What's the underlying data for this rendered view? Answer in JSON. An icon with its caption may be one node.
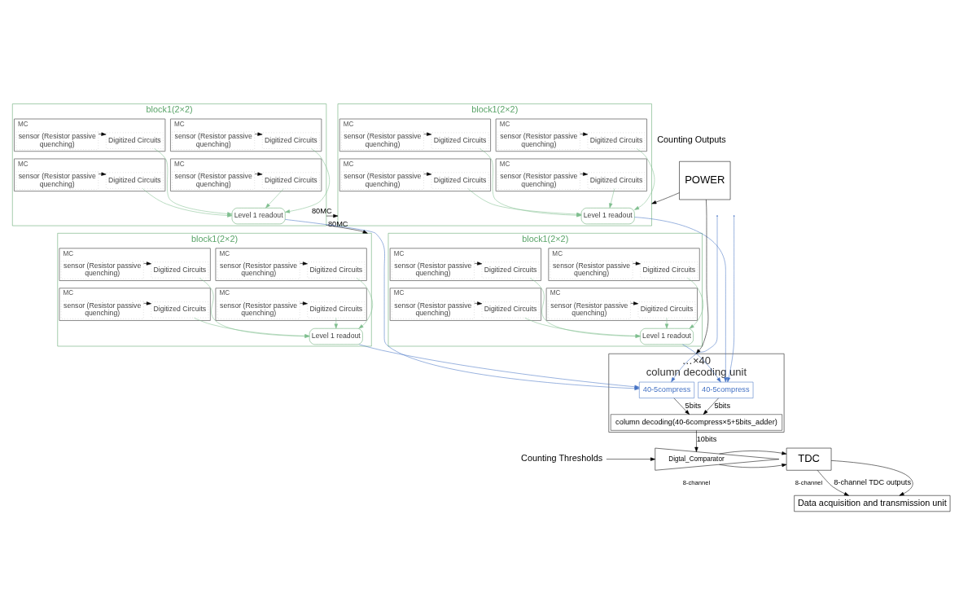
{
  "diagram": {
    "nodes": [
      {
        "text": [
          "block1(2×2)"
        ]
      },
      {
        "text": [
          "MC"
        ],
        "in": 0
      },
      {
        "text": [
          "sensor (Resistor passive quenching)"
        ],
        "in": 1
      },
      {
        "text": [
          "Digitized Circuits"
        ],
        "in": 1
      },
      {
        "text": [
          "MC"
        ],
        "in": 0
      },
      {
        "text": [
          "sensor (Resistor passive quenching)"
        ],
        "in": 4
      },
      {
        "text": [
          "Digitized Circuits"
        ],
        "in": 4
      },
      {
        "text": [
          "MC"
        ],
        "in": 0
      },
      {
        "text": [
          "sensor (Resistor passive quenching)"
        ],
        "in": 7
      },
      {
        "text": [
          "Digitized Circuits"
        ],
        "in": 7
      },
      {
        "text": [
          "MC"
        ],
        "in": 0
      },
      {
        "text": [
          "sensor (Resistor passive quenching)"
        ],
        "in": 10
      },
      {
        "text": [
          "Digitized Circuits"
        ],
        "in": 10
      },
      {
        "text": [
          "Level 1 readout"
        ],
        "in": 0
      },
      {
        "text": [
          "block1(2×2)"
        ]
      },
      {
        "text": [
          "MC"
        ],
        "in": 14
      },
      {
        "text": [
          "sensor (Resistor passive quenching)"
        ],
        "in": 15
      },
      {
        "text": [
          "Digitized Circuits"
        ],
        "in": 15
      },
      {
        "text": [
          "MC"
        ],
        "in": 14
      },
      {
        "text": [
          "sensor (Resistor passive quenching)"
        ],
        "in": 18
      },
      {
        "text": [
          "Digitized Circuits"
        ],
        "in": 18
      },
      {
        "text": [
          "MC"
        ],
        "in": 14
      },
      {
        "text": [
          "sensor (Resistor passive quenching)"
        ],
        "in": 21
      },
      {
        "text": [
          "Digitized Circuits"
        ],
        "in": 21
      },
      {
        "text": [
          "MC"
        ],
        "in": 14
      },
      {
        "text": [
          "sensor (Resistor passive quenching)"
        ],
        "in": 24
      },
      {
        "text": [
          "Digitized Circuits"
        ],
        "in": 24
      },
      {
        "text": [
          "Level 1 readout"
        ],
        "in": 14
      },
      {
        "text": [
          "block1(2×2)"
        ]
      },
      {
        "text": [
          "MC"
        ],
        "in": 28
      },
      {
        "text": [
          "sensor (Resistor passive quenching)"
        ],
        "in": 29
      },
      {
        "text": [
          "Digitized Circuits"
        ],
        "in": 29
      },
      {
        "text": [
          "MC"
        ],
        "in": 28
      },
      {
        "text": [
          "sensor (Resistor passive quenching)"
        ],
        "in": 32
      },
      {
        "text": [
          "Digitized Circuits"
        ],
        "in": 32
      },
      {
        "text": [
          "MC"
        ],
        "in": 28
      },
      {
        "text": [
          "sensor (Resistor passive quenching)"
        ],
        "in": 35
      },
      {
        "text": [
          "Digitized Circuits"
        ],
        "in": 35
      },
      {
        "text": [
          "MC"
        ],
        "in": 28
      },
      {
        "text": [
          "sensor (Resistor passive quenching)"
        ],
        "in": 38
      },
      {
        "text": [
          "Digitized Circuits"
        ],
        "in": 38
      },
      {
        "text": [
          "Level 1 readout"
        ],
        "in": 28
      },
      {
        "text": [
          "block1(2×2)"
        ]
      },
      {
        "text": [
          "MC"
        ],
        "in": 42
      },
      {
        "text": [
          "sensor (Resistor passive quenching)"
        ],
        "in": 43
      },
      {
        "text": [
          "Digitized Circuits"
        ],
        "in": 43
      },
      {
        "text": [
          "MC"
        ],
        "in": 42
      },
      {
        "text": [
          "sensor (Resistor passive quenching)"
        ],
        "in": 46
      },
      {
        "text": [
          "Digitized Circuits"
        ],
        "in": 46
      },
      {
        "text": [
          "MC"
        ],
        "in": 42
      },
      {
        "text": [
          "sensor (Resistor passive quenching)"
        ],
        "in": 49
      },
      {
        "text": [
          "Digitized Circuits"
        ],
        "in": 49
      },
      {
        "text": [
          "MC"
        ],
        "in": 42
      },
      {
        "text": [
          "sensor (Resistor passive quenching)"
        ],
        "in": 52
      },
      {
        "text": [
          "Digitized Circuits"
        ],
        "in": 52
      },
      {
        "text": [
          "Level 1 readout"
        ],
        "in": 42
      },
      {
        "text": [
          "…×40",
          "column decoding unit"
        ]
      },
      {
        "text": [
          "40-5compress"
        ],
        "in": 56
      },
      {
        "text": [
          "40-5compress"
        ],
        "in": 56
      },
      {
        "text": [
          "column decoding(40-6compress×5+5bits_adder)"
        ],
        "in": 56
      },
      {
        "text": [
          "POWER"
        ]
      },
      {
        "text": [
          "Data acquisition and transmission unit"
        ]
      },
      {
        "text": [
          "Digtal_Comparator"
        ],
        "beside": [
          "8-channel"
        ]
      },
      {
        "text": [
          "TDC"
        ],
        "beside": [
          "8-channel"
        ]
      },
      {
        "text": [
          "Counting Thresholds"
        ]
      }
    ],
    "edges": [
      {
        "from": 2,
        "to": 3,
        "arrow": "to"
      },
      {
        "from": 3,
        "to": 13,
        "arrow": "to",
        "color": "#7fbf8f"
      },
      {
        "from": 5,
        "to": 6,
        "arrow": "to"
      },
      {
        "from": 6,
        "to": 13,
        "arrow": "to",
        "color": "#7fbf8f"
      },
      {
        "from": 8,
        "to": 9,
        "arrow": "to"
      },
      {
        "from": 9,
        "to": 13,
        "arrow": "to",
        "color": "#7fbf8f"
      },
      {
        "from": 11,
        "to": 12,
        "arrow": "to"
      },
      {
        "from": 12,
        "to": 13,
        "arrow": "to",
        "color": "#7fbf8f"
      },
      {
        "from": 16,
        "to": 17,
        "arrow": "to"
      },
      {
        "from": 17,
        "to": 27,
        "arrow": "to",
        "color": "#7fbf8f"
      },
      {
        "from": 19,
        "to": 20,
        "arrow": "to"
      },
      {
        "from": 20,
        "to": 27,
        "arrow": "to",
        "color": "#7fbf8f"
      },
      {
        "from": 22,
        "to": 23,
        "arrow": "to"
      },
      {
        "from": 23,
        "to": 27,
        "arrow": "to",
        "color": "#7fbf8f"
      },
      {
        "from": 25,
        "to": 26,
        "arrow": "to"
      },
      {
        "from": 26,
        "to": 27,
        "arrow": "to",
        "color": "#7fbf8f"
      },
      {
        "from": 30,
        "to": 31,
        "arrow": "to"
      },
      {
        "from": 31,
        "to": 41,
        "arrow": "to",
        "color": "#7fbf8f"
      },
      {
        "from": 33,
        "to": 34,
        "arrow": "to"
      },
      {
        "from": 34,
        "to": 41,
        "arrow": "to",
        "color": "#7fbf8f"
      },
      {
        "from": 36,
        "to": 37,
        "arrow": "to"
      },
      {
        "from": 37,
        "to": 41,
        "arrow": "to",
        "color": "#7fbf8f"
      },
      {
        "from": 39,
        "to": 40,
        "arrow": "to"
      },
      {
        "from": 40,
        "to": 41,
        "arrow": "to",
        "color": "#7fbf8f"
      },
      {
        "from": 44,
        "to": 45,
        "arrow": "to"
      },
      {
        "from": 45,
        "to": 55,
        "arrow": "to",
        "color": "#7fbf8f"
      },
      {
        "from": 47,
        "to": 48,
        "arrow": "to"
      },
      {
        "from": 48,
        "to": 55,
        "arrow": "to",
        "color": "#7fbf8f"
      },
      {
        "from": 50,
        "to": 51,
        "arrow": "to"
      },
      {
        "from": 51,
        "to": 55,
        "arrow": "to",
        "color": "#7fbf8f"
      },
      {
        "from": 53,
        "to": 54,
        "arrow": "to"
      },
      {
        "from": 54,
        "to": 55,
        "arrow": "to",
        "color": "#7fbf8f"
      },
      {
        "from": 13,
        "to": 57,
        "arrow": "to",
        "color": "#4472c4"
      },
      {
        "from": null,
        "to": 57,
        "arrow": "to",
        "color": "#4472c4"
      },
      {
        "from": 41,
        "to": 57,
        "arrow": "to",
        "color": "#4472c4"
      },
      {
        "from": 27,
        "to": 58,
        "arrow": "to",
        "color": "#4472c4"
      },
      {
        "from": null,
        "to": 58,
        "arrow": "to",
        "color": "#4472c4"
      },
      {
        "from": 55,
        "to": 58,
        "arrow": "to",
        "color": "#4472c4"
      },
      {
        "from": 0,
        "to": 14,
        "arrow": "to",
        "label": "80MC"
      },
      {
        "from": 0,
        "to": 28,
        "arrow": "to",
        "label": "80MC"
      },
      {
        "from": 60,
        "to": 14,
        "arrow": "to"
      },
      {
        "from": 60,
        "to": 56,
        "arrow": "to"
      },
      {
        "from": 57,
        "to": 59,
        "arrow": "to",
        "label": "5bits"
      },
      {
        "from": 58,
        "to": 59,
        "arrow": "to",
        "label": "5bits"
      },
      {
        "from": 59,
        "to": 62,
        "arrow": "to",
        "label": "10bits"
      },
      {
        "from": 64,
        "to": 62,
        "arrow": "to"
      },
      {
        "from": 62,
        "to": 63,
        "arrow": "to"
      },
      {
        "from": 62,
        "to": 63,
        "arrow": "to"
      },
      {
        "from": 63,
        "to": 61,
        "arrow": "to",
        "label": "8-channel TDC outputs"
      },
      {
        "from": 63,
        "to": 61,
        "arrow": "to"
      }
    ],
    "labels": [
      "Counting Outputs"
    ]
  }
}
